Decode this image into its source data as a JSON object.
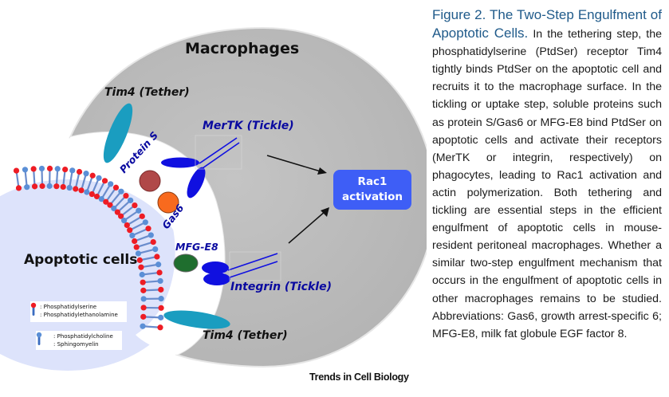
{
  "figure": {
    "macrophages_label": "Macrophages",
    "apoptotic_cells_label": "Apoptotic cells",
    "tim4_top_label": "Tim4 (Tether)",
    "tim4_bottom_label": "Tim4 (Tether)",
    "mertk_label": "MerTK (Tickle)",
    "integrin_label": "Integrin (Tickle)",
    "protein_s_label": "Protein S",
    "gas6_label": "Gas6",
    "mfge8_label": "MFG-E8",
    "rac1_box": {
      "line1": "Rac1",
      "line2": "activation"
    },
    "legend": {
      "group1": [
        "Phosphatidylserine",
        "Phosphatidylethanolamine"
      ],
      "group2": [
        "Phosphatidylcholine",
        "Sphingomyelin"
      ]
    },
    "journal_logo": "Trends in Cell Biology",
    "colors": {
      "macrophage": "#b8b8b8",
      "apoptotic_cell": "#dde3fb",
      "tim4": "#1a9dc0",
      "receptor": "#1010e0",
      "protein_s": "#b04848",
      "gas6": "#f86a1e",
      "mfge8": "#1f6e2e",
      "rac1": "#3e5ef6",
      "ptdser_head": "#ee1c24",
      "lipid_head": "#5b8fd6"
    }
  },
  "caption": {
    "title": "Figure 2. The Two-Step Engulfment of Apoptotic Cells.",
    "body": " In the tethering step, the phosphatidylserine (PtdSer) receptor Tim4 tightly binds PtdSer on the apoptotic cell and recruits it to the macrophage surface. In the tickling or uptake step, soluble proteins such as protein S/Gas6 or MFG-E8 bind PtdSer on apoptotic cells and activate their receptors (MerTK or integrin, respectively) on phagocytes, leading to Rac1 activation and actin polymerization. Both tethering and tickling are essential steps in the efficient engulfment of apoptotic cells in mouse-resident peritoneal macrophages. Whether a similar two-step engulfment mechanism that occurs in the engulfment of apoptotic cells in other macrophages remains to be studied. Abbreviations: Gas6, growth arrest-specific 6; MFG-E8, milk fat globule EGF factor 8."
  }
}
